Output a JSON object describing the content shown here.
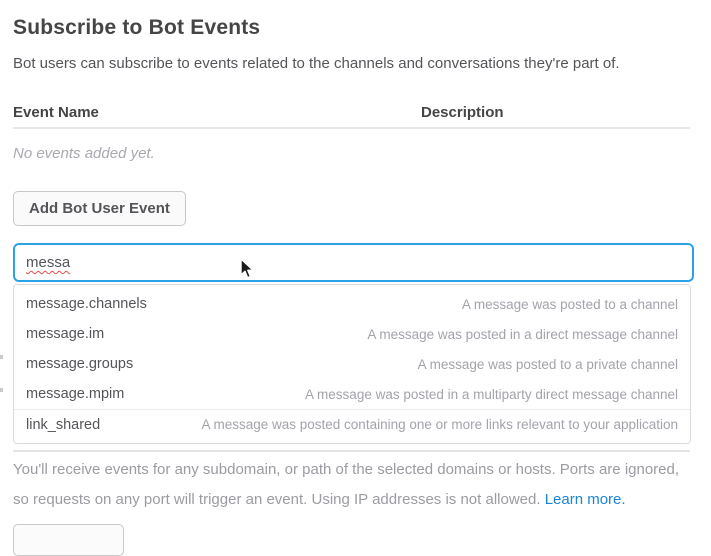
{
  "header": {
    "title": "Subscribe to Bot Events",
    "description": "Bot users can subscribe to events related to the channels and conversations they're part of."
  },
  "table": {
    "columns": {
      "name": "Event Name",
      "description": "Description"
    },
    "empty_message": "No events added yet."
  },
  "toolbar": {
    "add_event_label": "Add Bot User Event"
  },
  "search": {
    "value": "messa"
  },
  "suggestions": [
    {
      "name": "message.channels",
      "description": "A message was posted to a channel"
    },
    {
      "name": "message.im",
      "description": "A message was posted in a direct message channel"
    },
    {
      "name": "message.groups",
      "description": "A message was posted to a private channel"
    },
    {
      "name": "message.mpim",
      "description": "A message was posted in a multiparty direct message channel"
    },
    {
      "name": "link_shared",
      "description": "A message was posted containing one or more links relevant to your application"
    }
  ],
  "footer": {
    "note": "You'll receive events for any subdomain, or path of the selected domains or hosts. Ports are ignored, so requests on any port will trigger an event. Using IP addresses is not allowed. ",
    "link_label": "Learn more."
  },
  "colors": {
    "accent_blue": "#2da1e8",
    "link_blue": "#1a85d6",
    "heading_text": "#454545",
    "body_text": "#555459",
    "muted_text": "#9b9ba2"
  }
}
